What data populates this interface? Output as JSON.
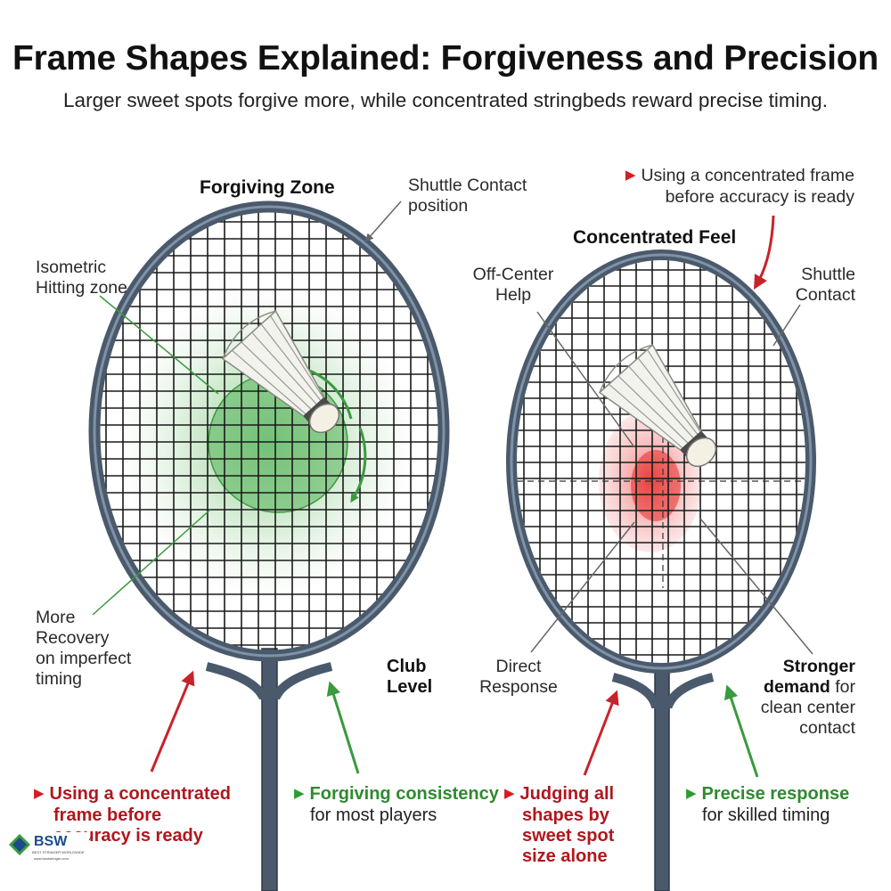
{
  "title": "Frame Shapes Explained: Forgiveness and Precision",
  "subtitle": "Larger sweet spots forgive more, while concentrated stringbeds reward precise timing.",
  "left": {
    "heading": "Forgiving Zone",
    "shuttle_contact": [
      "Shuttle Contact",
      "position"
    ],
    "isometric": [
      "Isometric",
      "Hitting zone"
    ],
    "recovery": [
      "More",
      "Recovery",
      "on imperfect",
      "timing"
    ],
    "club_level": [
      "Club",
      "Level"
    ],
    "warning": [
      "Using a concentrated",
      "frame before",
      "accuracy is ready"
    ],
    "benefit": [
      "Forgiving consistency",
      "for most players"
    ]
  },
  "right": {
    "heading": "Concentrated Feel",
    "top_warning": [
      "Using a concentrated frame",
      "before accuracy is ready"
    ],
    "off_center": [
      "Off-Center",
      "Help"
    ],
    "shuttle_contact": [
      "Shuttle",
      "Contact"
    ],
    "direct_response": [
      "Direct",
      "Response"
    ],
    "stronger_demand": {
      "bold1": "Stronger",
      "bold2": "demand",
      "rest2": " for",
      "line3": "clean center",
      "line4": "contact"
    },
    "warning": [
      "Judging all",
      "shapes by",
      "sweet spot",
      "size alone"
    ],
    "benefit": [
      "Precise response",
      "for skilled timing"
    ]
  },
  "logo": {
    "name": "BSW",
    "tagline": "BEST STRINGER WORLDWIDE",
    "url": "www.beststringer.com"
  },
  "colors": {
    "frame": "#4a5a6c",
    "frame_highlight": "#7f92a6",
    "string": "#1a1a1a",
    "green_zone": "#4caf50",
    "red_zone": "#f25a5a",
    "red_arrow": "#c8232a",
    "green_arrow": "#3a9a3e",
    "callout_line": "#666666"
  }
}
